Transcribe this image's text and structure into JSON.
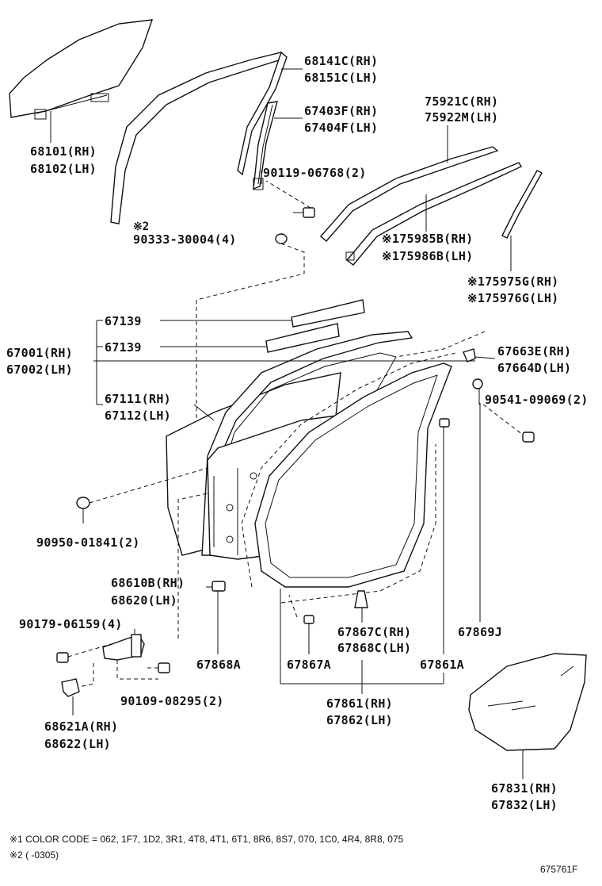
{
  "labels": {
    "p68141C": "68141C(RH)",
    "p68151C": "68151C(LH)",
    "p67403F": "67403F(RH)",
    "p67404F": "67404F(LH)",
    "p75921C": "75921C(RH)",
    "p75922M": "75922M(LH)",
    "p68101": "68101(RH)",
    "p68102": "68102(LH)",
    "p90119": "90119-06768(2)",
    "star2": "※2",
    "p90333": "90333-30004(4)",
    "p75985B": "※175985B(RH)",
    "p75986B": "※175986B(LH)",
    "p75975G": "※175975G(RH)",
    "p75976G": "※175976G(LH)",
    "p67139a": "67139",
    "p67139b": "67139",
    "p67001": "67001(RH)",
    "p67002": "67002(LH)",
    "p67663E": "67663E(RH)",
    "p67664D": "67664D(LH)",
    "p90541": "90541-09069(2)",
    "p67111": "67111(RH)",
    "p67112": "67112(LH)",
    "p90950": "90950-01841(2)",
    "p68610B": "68610B(RH)",
    "p68620": "68620(LH)",
    "p90179": "90179-06159(4)",
    "p67867C": "67867C(RH)",
    "p67868C": "67868C(LH)",
    "p67869J": "67869J",
    "p67868A": "67868A",
    "p67867A": "67867A",
    "p67861A": "67861A",
    "p90109": "90109-08295(2)",
    "p67861": "67861(RH)",
    "p67862": "67862(LH)",
    "p68621A": "68621A(RH)",
    "p68622": "68622(LH)",
    "p67831": "67831(RH)",
    "p67832": "67832(LH)"
  },
  "notes": {
    "note1": "※1 COLOR CODE = 062, 1F7, 1D2, 3R1, 4T8, 4T1, 6T1, 8R6, 8S7, 070, 1C0, 4R4, 8R8, 075",
    "note2": "※2 (      -0305)"
  },
  "diagram_id": "675761F"
}
